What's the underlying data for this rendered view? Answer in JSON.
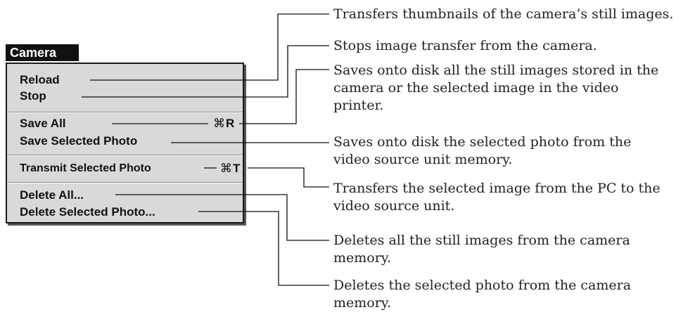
{
  "menu": {
    "title": "Camera",
    "items": [
      {
        "label": "Reload"
      },
      {
        "label": "Stop"
      },
      {
        "label": "Save All",
        "shortcut_symbol": "⌘",
        "shortcut_key": "R"
      },
      {
        "label": "Save Selected Photo"
      },
      {
        "label": "Transmit Selected Photo",
        "shortcut_symbol": "⌘",
        "shortcut_key": "T"
      },
      {
        "label": "Delete All..."
      },
      {
        "label": "Delete Selected Photo..."
      }
    ]
  },
  "descriptions": [
    {
      "lines": [
        "Transfers thumbnails of the camera’s still images."
      ]
    },
    {
      "lines": [
        "Stops image transfer from the camera."
      ]
    },
    {
      "lines": [
        "Saves onto disk all the still images stored in the",
        "camera or the selected image in the video",
        "printer."
      ]
    },
    {
      "lines": [
        "Saves onto disk the selected photo from the",
        "video source unit memory."
      ]
    },
    {
      "lines": [
        "Transfers the selected image from the PC to the",
        "video source unit."
      ]
    },
    {
      "lines": [
        "Deletes all the still images from the camera",
        "memory."
      ]
    },
    {
      "lines": [
        "Deletes the selected photo from the camera",
        "memory."
      ]
    }
  ]
}
